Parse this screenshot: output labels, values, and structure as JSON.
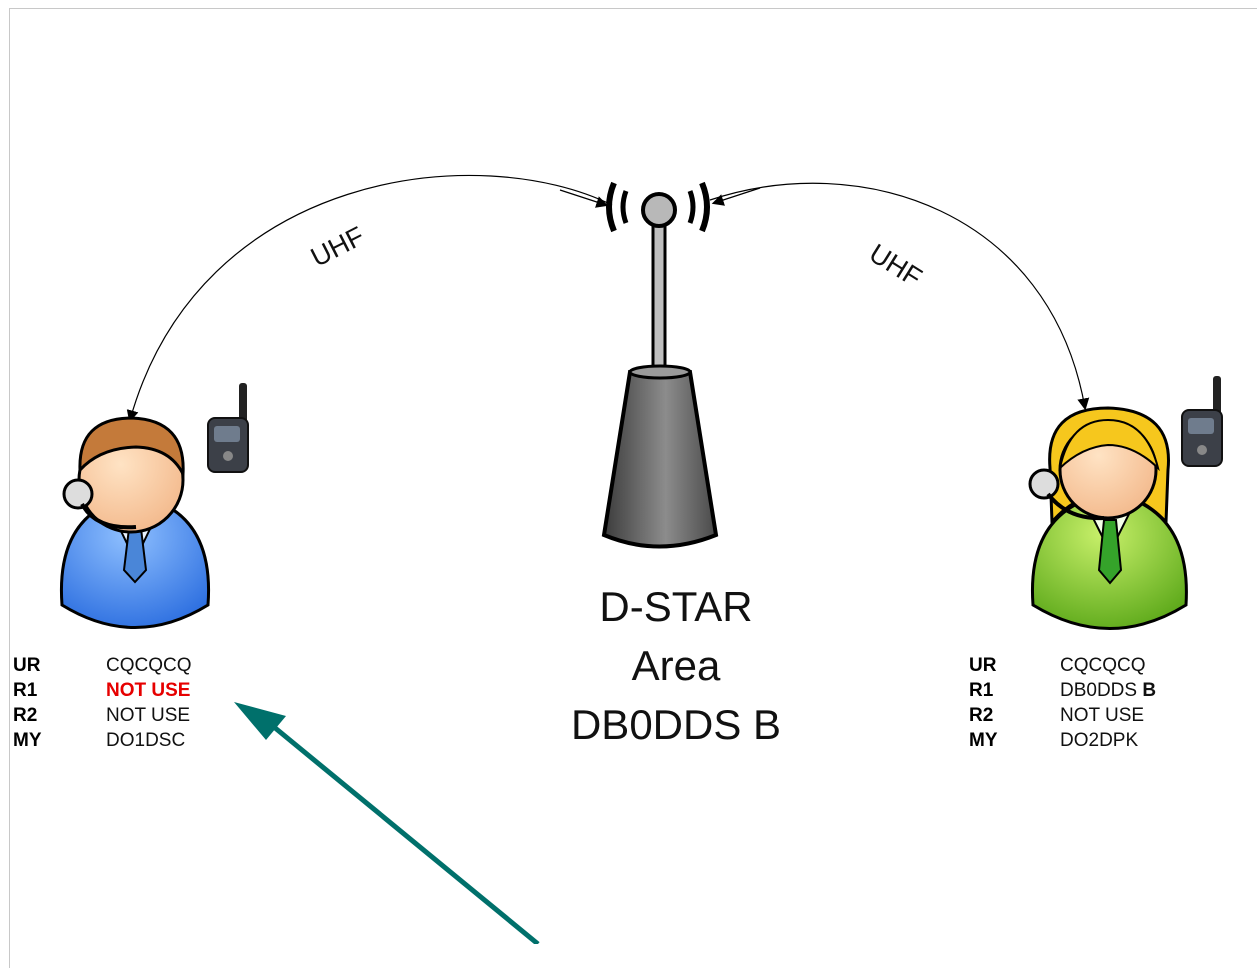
{
  "repeater": {
    "lines": [
      "D-STAR",
      "Area",
      "DB0DDS B"
    ]
  },
  "links": {
    "left_label": "UHF",
    "right_label": "UHF"
  },
  "left_station": {
    "rows": [
      {
        "key": "UR",
        "value": "CQCQCQ",
        "highlight": false
      },
      {
        "key": "R1",
        "value": "NOT USE",
        "highlight": true
      },
      {
        "key": "R2",
        "value": "NOT USE",
        "highlight": false
      },
      {
        "key": "MY",
        "value": "DO1DSC",
        "highlight": false
      }
    ]
  },
  "right_station": {
    "rows": [
      {
        "key": "UR",
        "value": "CQCQCQ"
      },
      {
        "key": "R1",
        "value": "DB0DDS",
        "suffix": "B"
      },
      {
        "key": "R2",
        "value": "NOT USE"
      },
      {
        "key": "MY",
        "value": "DO2DPK"
      }
    ]
  },
  "colors": {
    "highlight": "#e60000",
    "pointer_arrow": "#00706b",
    "left_person_suit": "#4f8ff0",
    "right_person_suit": "#8ccf25"
  }
}
